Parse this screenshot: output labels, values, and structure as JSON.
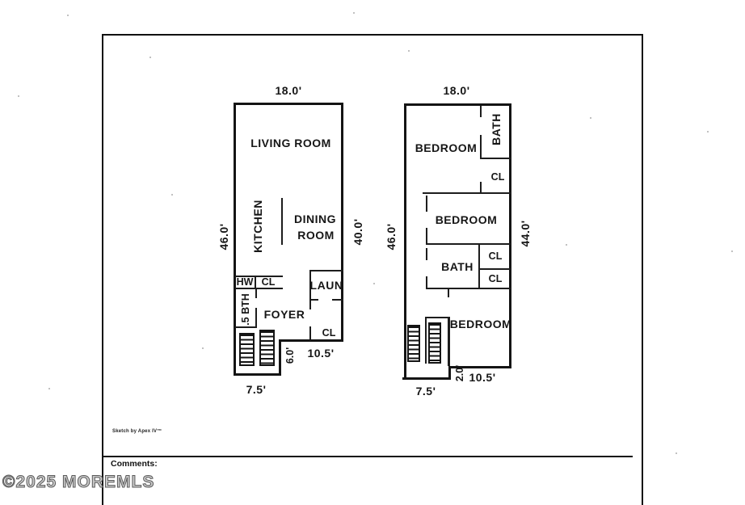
{
  "sheet": {
    "copyright": "©2025 MOREMLS",
    "comments_label": "Comments:",
    "credit": "Sketch by Apex IV™",
    "ink_color": "#141414",
    "background_color": "#ffffff"
  },
  "floor1": {
    "dims": {
      "top_width": "18.0'",
      "left_height": "46.0'",
      "right_height": "40.0'",
      "notch_height": "6.0'",
      "notch_width": "10.5'",
      "bottom_width": "7.5'"
    },
    "rooms": {
      "living": "LIVING ROOM",
      "kitchen": "KITCHEN",
      "dining_line1": "DINING",
      "dining_line2": "ROOM",
      "hw": "HW",
      "hall_closet": "CL",
      "half_bath": ".5 BTH",
      "foyer": "FOYER",
      "laundry": "LAUN",
      "foyer_closet": "CL"
    }
  },
  "floor2": {
    "dims": {
      "top_width": "18.0'",
      "left_height": "46.0'",
      "right_height": "44.0'",
      "notch_height": "2.0'",
      "notch_width": "10.5'",
      "bottom_width": "7.5'"
    },
    "rooms": {
      "bedroom_top": "BEDROOM",
      "bath_top": "BATH",
      "closet_top": "CL",
      "bedroom_mid": "BEDROOM",
      "bath_mid": "BATH",
      "closet_mid_upper": "CL",
      "closet_mid_lower": "CL",
      "bedroom_bottom": "BEDROOM"
    }
  }
}
